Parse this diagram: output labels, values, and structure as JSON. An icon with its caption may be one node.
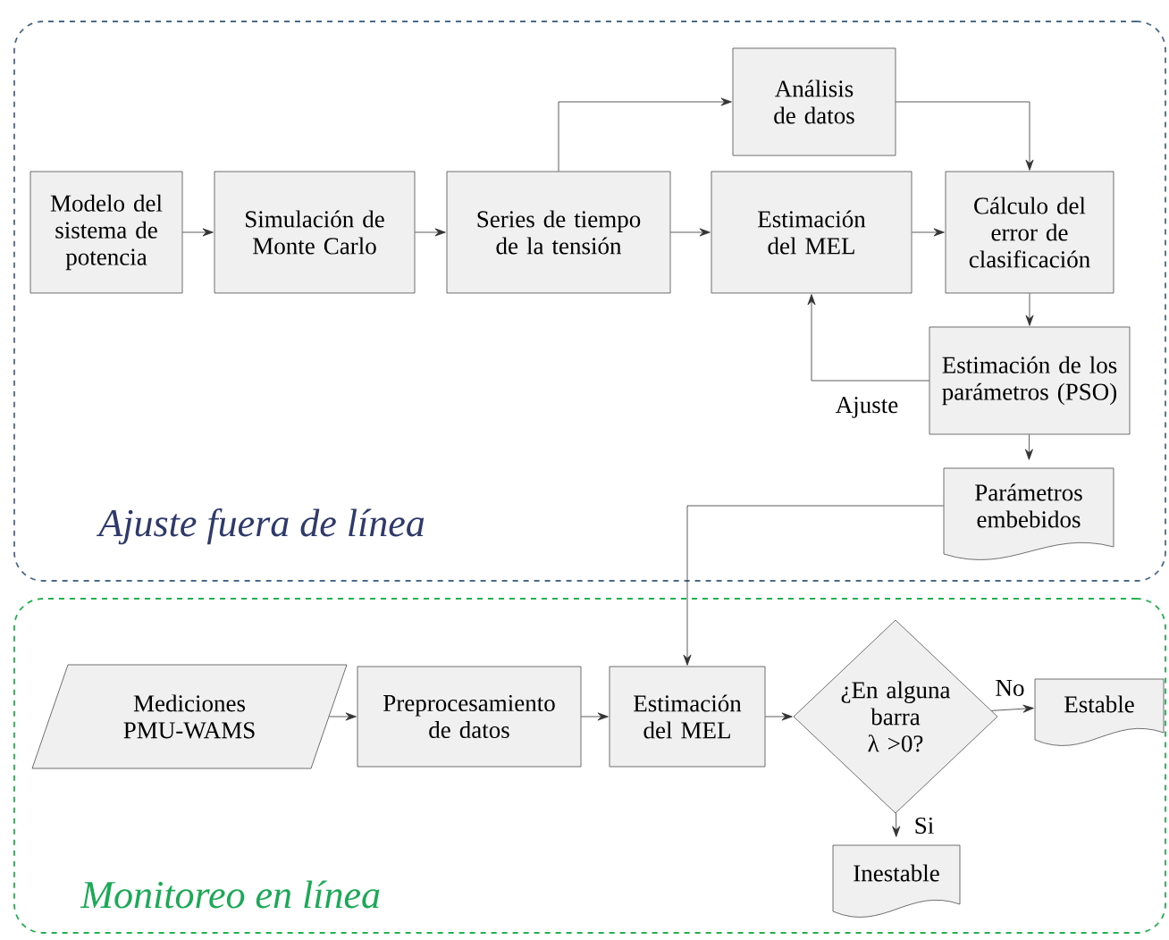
{
  "diagram": {
    "nodes": [
      {
        "text": [
          "Ajuste fuera de línea"
        ]
      },
      {
        "text": [
          "Modelo del sistema de potencia"
        ],
        "in": 0
      },
      {
        "text": [
          "Simulación de Monte Carlo"
        ],
        "in": 0
      },
      {
        "text": [
          "Series de tiempo de la tensión"
        ],
        "in": 0
      },
      {
        "text": [
          "Análisis de datos"
        ],
        "in": 0
      },
      {
        "text": [
          "Estimación del MEL"
        ],
        "in": 0
      },
      {
        "text": [
          "Cálculo del error de clasificación"
        ],
        "in": 0
      },
      {
        "text": [
          "Estimación de los parámetros (PSO)"
        ],
        "in": 0
      },
      {
        "text": [
          "Parámetros embebidos"
        ],
        "in": 0
      },
      {
        "text": [
          "Monitoreo en línea"
        ]
      },
      {
        "text": [
          "Mediciones PMU-WAMS"
        ],
        "in": 9
      },
      {
        "text": [
          "Preprocesamiento de datos"
        ],
        "in": 9
      },
      {
        "text": [
          "Estimación del MEL"
        ],
        "in": 9
      },
      {
        "text": [
          "¿En alguna barra λ >0?"
        ],
        "in": 9
      },
      {
        "text": [
          "Estable"
        ],
        "in": 9
      },
      {
        "text": [
          "Inestable"
        ],
        "in": 9
      }
    ],
    "edges": [
      {
        "from": 1,
        "to": 2,
        "arrow": "to"
      },
      {
        "from": 2,
        "to": 3,
        "arrow": "to"
      },
      {
        "from": 3,
        "to": 4,
        "arrow": "to"
      },
      {
        "from": 3,
        "to": 5,
        "arrow": "to"
      },
      {
        "from": 4,
        "to": 6,
        "arrow": "to"
      },
      {
        "from": 5,
        "to": 6,
        "arrow": "to"
      },
      {
        "from": 6,
        "to": 7,
        "arrow": "to"
      },
      {
        "from": 7,
        "to": 5,
        "arrow": "to",
        "label": "Ajuste"
      },
      {
        "from": 7,
        "to": 8,
        "arrow": "to"
      },
      {
        "from": 8,
        "to": 12,
        "arrow": "to"
      },
      {
        "from": 10,
        "to": 11,
        "arrow": "to"
      },
      {
        "from": 11,
        "to": 12,
        "arrow": "to"
      },
      {
        "from": 12,
        "to": 13,
        "arrow": "to"
      },
      {
        "from": 13,
        "to": 14,
        "arrow": "to",
        "label": "No"
      },
      {
        "from": 13,
        "to": 15,
        "arrow": "to",
        "label": "Si"
      }
    ]
  }
}
